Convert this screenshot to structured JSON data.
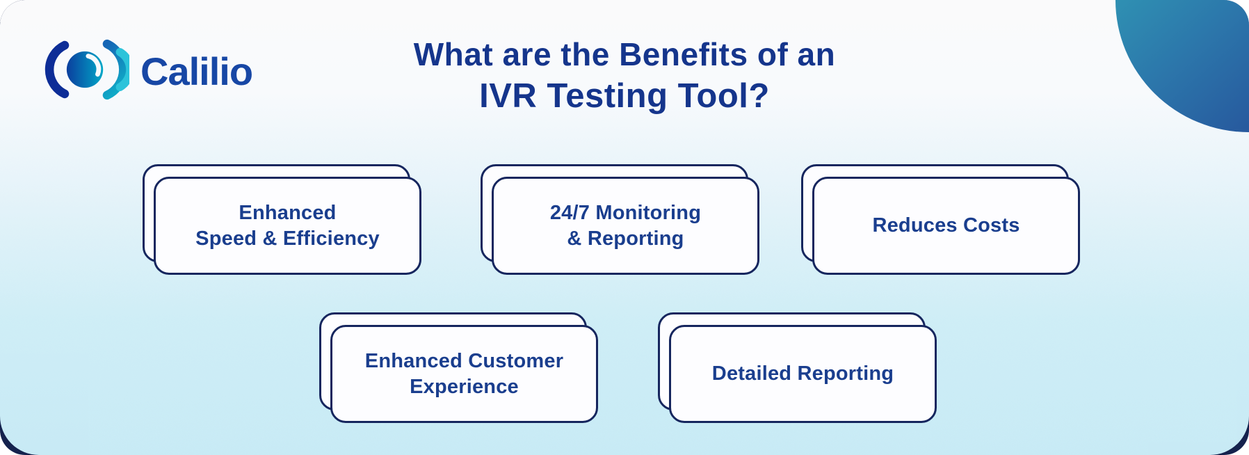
{
  "brand": {
    "name": "Calilio",
    "logo_icon": "calilio-soundwave-icon"
  },
  "title": {
    "line1": "What are the Benefits of an",
    "line2": "IVR Testing Tool?"
  },
  "cards": [
    {
      "line1": "Enhanced",
      "line2": "Speed & Efficiency"
    },
    {
      "line1": "24/7 Monitoring",
      "line2": "& Reporting"
    },
    {
      "line1": "Reduces Costs",
      "line2": ""
    },
    {
      "line1": "Enhanced Customer",
      "line2": "Experience"
    },
    {
      "line1": "Detailed Reporting",
      "line2": ""
    }
  ],
  "colors": {
    "title_text": "#15358c",
    "card_text": "#1a3e8e",
    "card_border": "#16265e",
    "card_fill": "#fdfdff",
    "background_top": "#fafafb",
    "background_bottom": "#c6eaf5",
    "bottom_corner_navy": "#0c1a47",
    "swoosh_gradient_start": "#2f8fb2",
    "swoosh_gradient_end": "#275a9e",
    "logo_text": "#1747a5",
    "logo_dark_blue": "#0d2d97",
    "logo_cyan": "#2cc3da"
  }
}
